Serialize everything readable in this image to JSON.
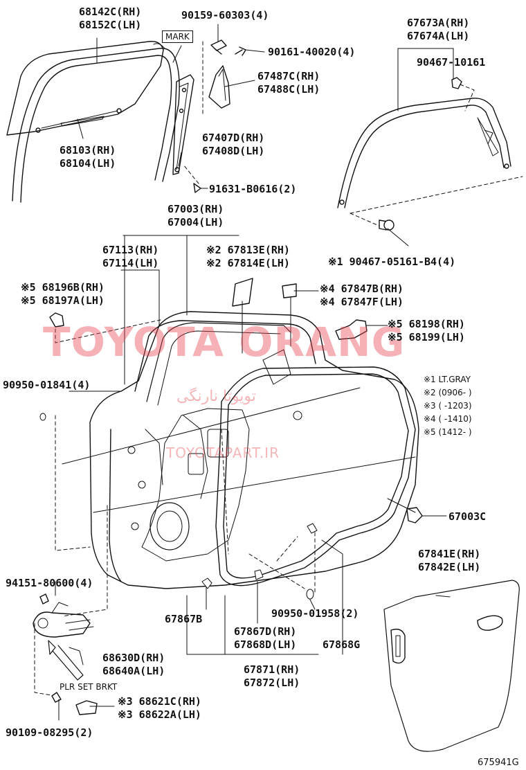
{
  "labels": {
    "p68142c": "68142C(RH)",
    "p68152c": "68152C(LH)",
    "p90159": "90159-60303(4)",
    "mark": "MARK",
    "p90161": "90161-40020(4)",
    "p67673a": "67673A(RH)",
    "p67674a": "67674A(LH)",
    "p90467_10161": "90467-10161",
    "p67487c": "67487C(RH)",
    "p67488c": "67488C(LH)",
    "p67407d": "67407D(RH)",
    "p67408d": "67408D(LH)",
    "p68103": "68103(RH)",
    "p68104": "68104(LH)",
    "p91631": "91631-B0616(2)",
    "p67003": "67003(RH)",
    "p67004": "67004(LH)",
    "p67113": "67113(RH)",
    "p67114": "67114(LH)",
    "p67813e": "※2 67813E(RH)",
    "p67814e": "※2 67814E(LH)",
    "p90467_05161": "※1 90467-05161-B4(4)",
    "p68196b": "※5 68196B(RH)",
    "p68197a": "※5 68197A(LH)",
    "p67847b": "※4 67847B(RH)",
    "p67847f": "※4 67847F(LH)",
    "p68198": "※5 68198(RH)",
    "p68199": "※5 68199(LH)",
    "p90950_01841": "90950-01841(4)",
    "p67003c": "67003C",
    "p67841e": "67841E(RH)",
    "p67842e": "67842E(LH)",
    "p94151": "94151-80600(4)",
    "p90950_01958": "90950-01958(2)",
    "p67867b": "67867B",
    "p67867d": "67867D(RH)",
    "p67868d": "67868D(LH)",
    "p67868g": "67868G",
    "p68630d": "68630D(RH)",
    "p68640a": "68640A(LH)",
    "p67871": "67871(RH)",
    "p67872": "67872(LH)",
    "plr": "PLR SET BRKT",
    "p68621c": "※3 68621C(RH)",
    "p68622a": "※3 68622A(LH)",
    "p90109": "90109-08295(2)",
    "drawing_code": "675941G"
  },
  "notes": [
    "※1 LT.GRAY",
    "※2 (0906-      )",
    "※3 (      -1203)",
    "※4 (      -1410)",
    "※5 (1412-      )"
  ],
  "watermark": {
    "main": "TOYOTA ORANG",
    "arabic": "تويوتا نارنگی",
    "url": "TOYOTAPART.IR",
    "color": "#e84650"
  }
}
